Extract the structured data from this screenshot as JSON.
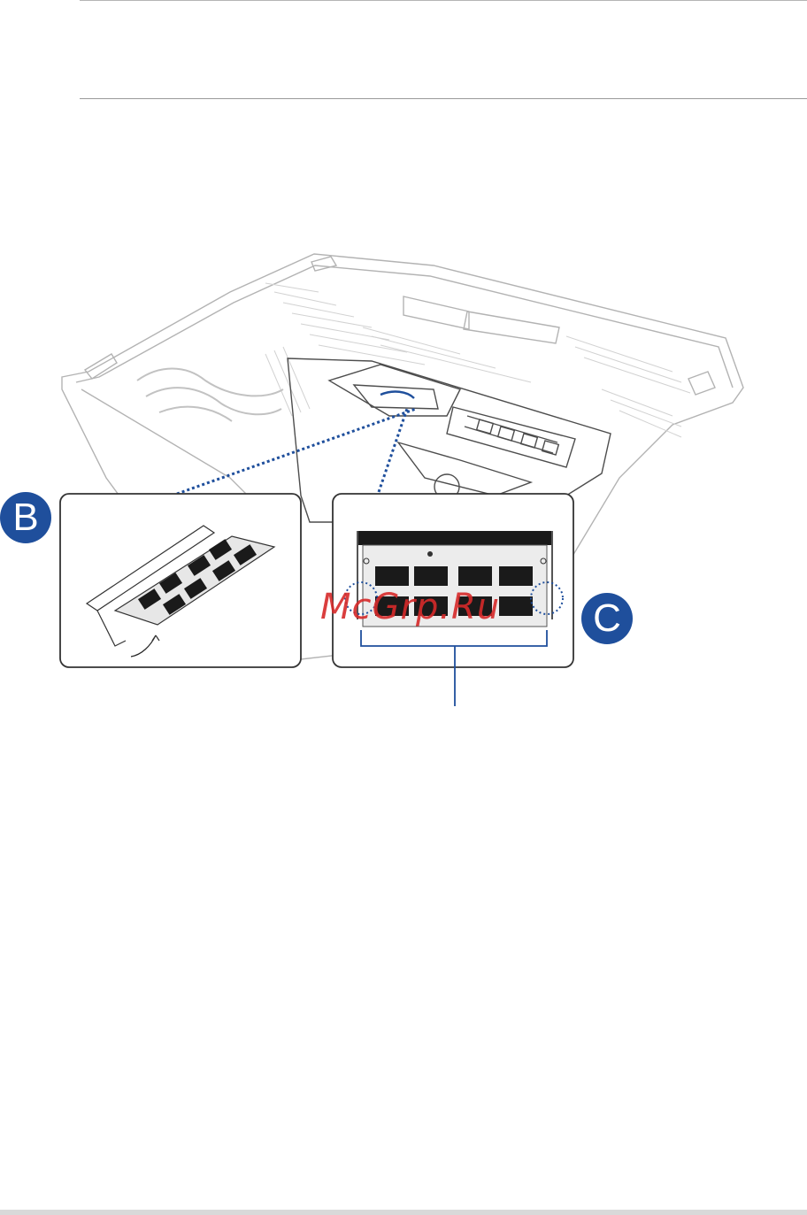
{
  "badges": {
    "b": "B",
    "c": "C"
  },
  "watermark": "McGrp.Ru",
  "colors": {
    "accent": "#1f4f9c",
    "watermark": "#d62a2a",
    "line": "#555555"
  }
}
